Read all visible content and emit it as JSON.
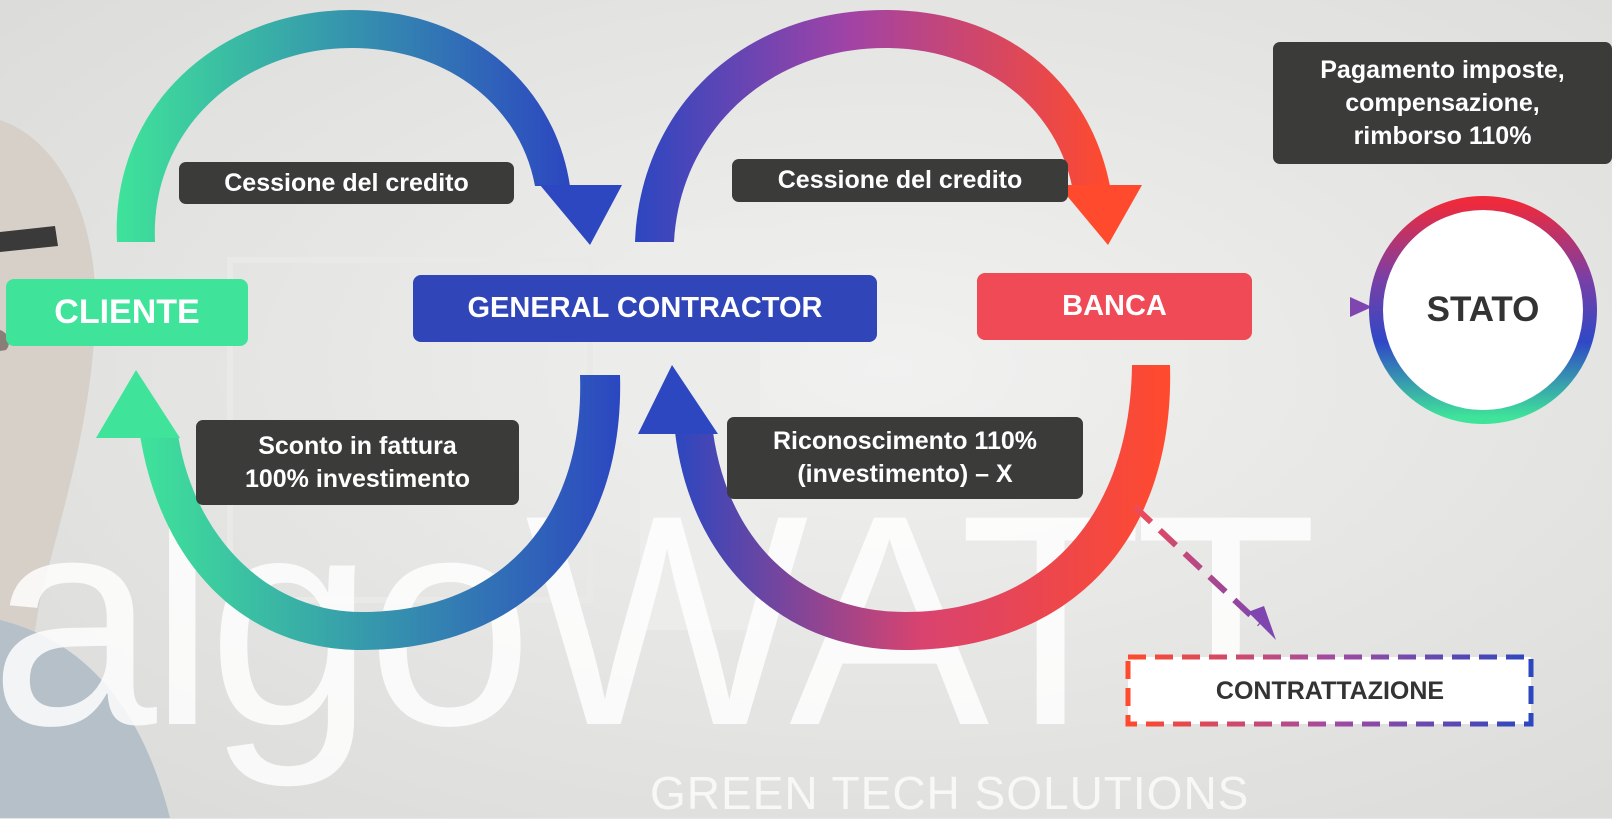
{
  "nodes": {
    "cliente": "CLIENTE",
    "general_contractor": "GENERAL CONTRACTOR",
    "banca": "BANCA",
    "stato": "STATO",
    "contrattazione": "CONTRATTAZIONE"
  },
  "labels": {
    "cessione_top_left": "Cessione del credito",
    "cessione_top_right": "Cessione del credito",
    "sconto": "Sconto in fattura\n100% investimento",
    "riconoscimento": "Riconoscimento 110%\n(investimento) – X",
    "pagamento": "Pagamento imposte,\ncompensazione,\nrimborso 110%"
  },
  "watermark": {
    "brand": "algoWATT",
    "tagline": "GREEN TECH SOLUTIONS"
  },
  "colors": {
    "green": "#3fe39a",
    "blue": "#2f45b8",
    "red": "#f04a56",
    "orange": "#ff4a2d",
    "purple": "#7f46b0",
    "dark_label": "#3b3b3a"
  }
}
